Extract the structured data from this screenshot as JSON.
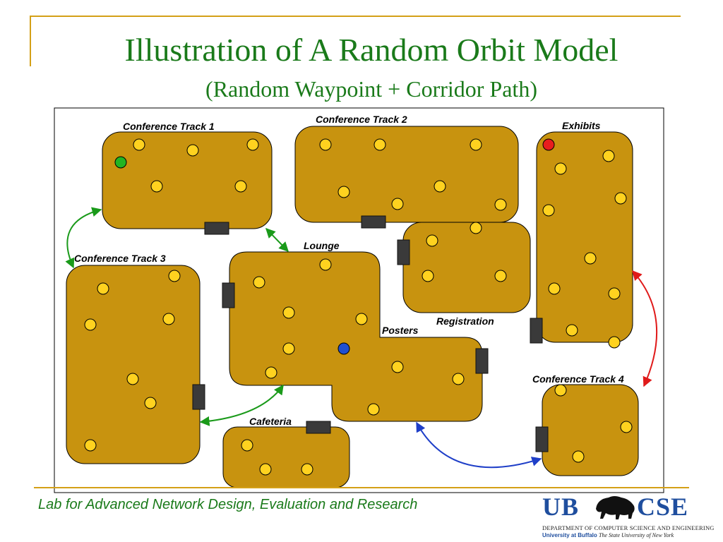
{
  "title": "Illustration of  A Random Orbit Model",
  "subtitle": "(Random Waypoint + Corridor Path)",
  "regions": {
    "track1": "Conference Track 1",
    "track2": "Conference Track 2",
    "exhibits": "Exhibits",
    "track3": "Conference Track 3",
    "lounge": "Lounge",
    "registration": "Registration",
    "posters": "Posters",
    "track4": "Conference Track 4",
    "cafeteria": "Cafeteria"
  },
  "footer": "Lab for Advanced Network Design, Evaluation and Research",
  "logo": {
    "ub": "UB",
    "cse": "CSE",
    "department": "DEPARTMENT OF COMPUTER SCIENCE AND ENGINEERING",
    "university": "University at Buffalo",
    "state": "The State University of New York"
  },
  "colors": {
    "room_fill": "#c8930f",
    "waypoint": "#ffd21f",
    "door": "#3a3a3a",
    "title": "#1a7a1a",
    "node_green": "#22b522",
    "node_red": "#e81e1e",
    "node_blue": "#1f4fd1",
    "arrow_green": "#1a9a1a",
    "arrow_red": "#e01a1a",
    "arrow_blue": "#1f3fc8"
  }
}
